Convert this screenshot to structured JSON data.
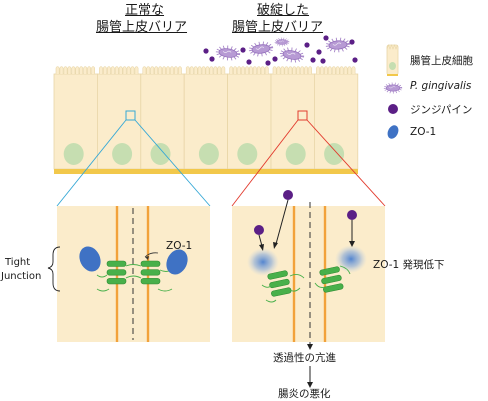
{
  "titles": {
    "normal_line1": "正常な",
    "normal_line2": "腸管上皮バリア",
    "broken_line1": "破綻した",
    "broken_line2": "腸管上皮バリア"
  },
  "legend": {
    "cell": "腸管上皮細胞",
    "pg": "P. gingivalis",
    "gingipain": "ジンジパイン",
    "zo1": "ZO-1"
  },
  "labels": {
    "tight_junction_line1": "Tight",
    "tight_junction_line2": "Junction",
    "zo1_normal": "ZO-1",
    "zo1_reduced": "ZO-1 発現低下",
    "permeability": "透過性の亢進",
    "enteritis": "腸炎の悪化"
  },
  "colors": {
    "cell_fill": "#fbeccb",
    "cell_stroke": "#e8d6a8",
    "nucleus": "#c6deb1",
    "basement": "#f2c84b",
    "membrane": "#f2a23a",
    "bacteria": "#a584c7",
    "gingipain": "#5b1f86",
    "zo1": "#3f72c4",
    "claudin": "#48b04a",
    "normal_box": "#35a8d6",
    "broken_box": "#e23b2e"
  }
}
